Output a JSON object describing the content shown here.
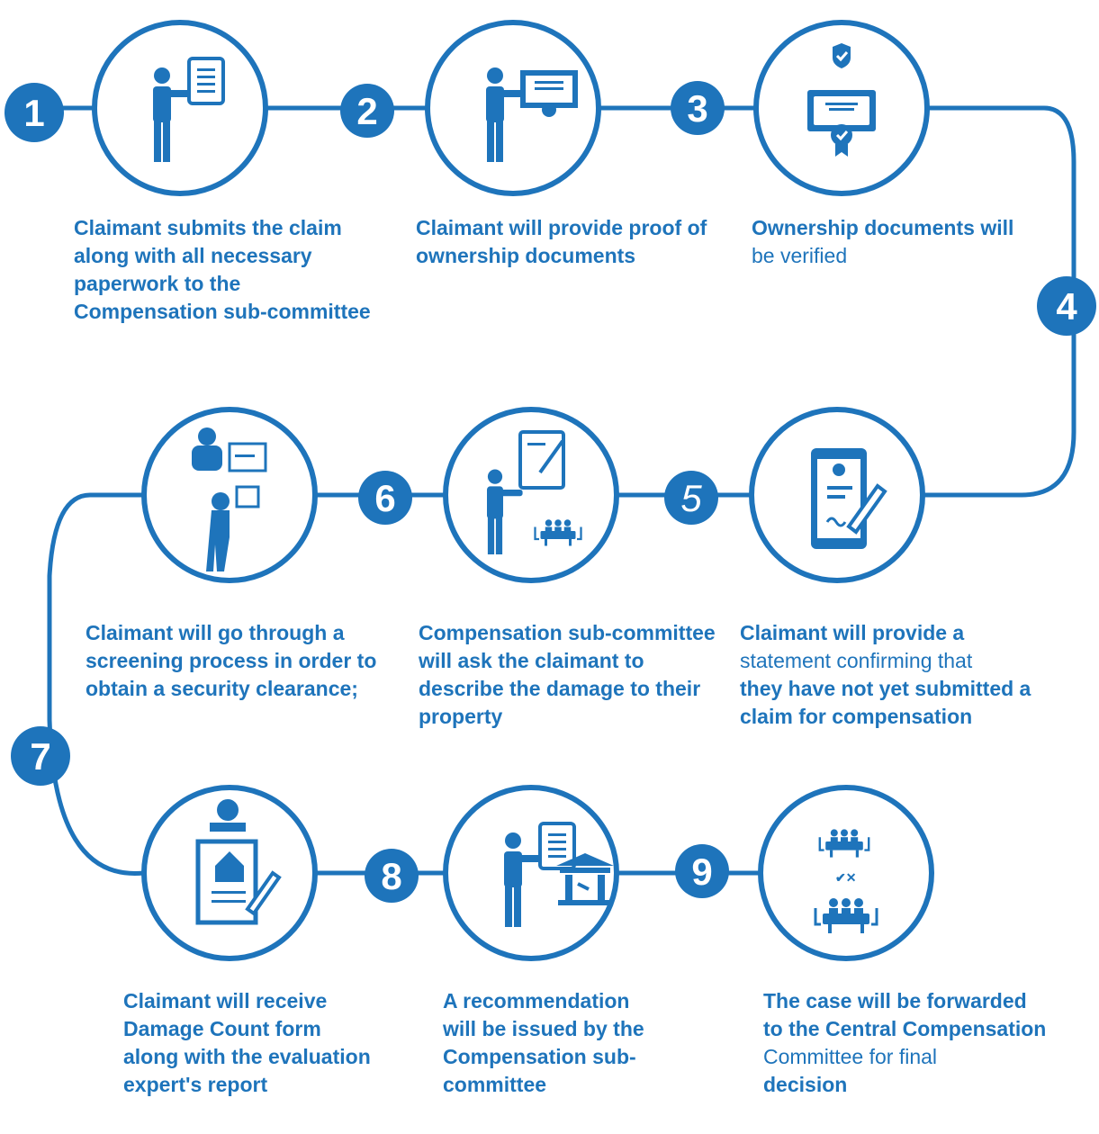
{
  "accent_color": "#1e74bb",
  "steps": [
    {
      "number": "1",
      "icon": "person-presenting-document-icon",
      "text_bold": "Claimant submits the claim along with all necessary paperwork to the Compensation sub-committee",
      "text_regular": ""
    },
    {
      "number": "2",
      "icon": "person-presenting-certificate-icon",
      "text_bold": "Claimant will provide proof of ownership documents",
      "text_regular": ""
    },
    {
      "number": "3",
      "icon": "verified-certificate-icon",
      "text_bold": "Ownership documents will",
      "text_regular": "be verified"
    },
    {
      "number": "4",
      "icon": "",
      "text_bold": "",
      "text_regular": ""
    },
    {
      "number": "5",
      "icon": "signing-tablet-statement-icon",
      "text_bold": "Claimant will provide a",
      "text_regular": "statement confirming that",
      "text_bold_2": "they have not yet submitted a claim for compensation"
    },
    {
      "number": "6",
      "icon": "committee-meeting-icon",
      "text_bold": "Compensation sub-committee will ask the claimant to describe the damage to their property",
      "text_regular": ""
    },
    {
      "number": "",
      "icon": "security-screening-icon",
      "text_bold": "Claimant will go through a screening process in order to obtain a security clearance;",
      "text_regular": ""
    },
    {
      "number": "7",
      "icon": "",
      "text_bold": "",
      "text_regular": ""
    },
    {
      "number": "8",
      "icon": "damage-count-form-icon",
      "text_bold": "Claimant will receive Damage Count form along with the evaluation expert's report",
      "text_regular": ""
    },
    {
      "number": "9",
      "icon": "recommendation-court-icon",
      "text_bold": "A recommendation will be issued by the Compensation sub-committee",
      "text_regular": ""
    },
    {
      "number": "",
      "icon": "central-committee-decision-icon",
      "text_bold": "The case will be forwarded to the Central Compensation",
      "text_regular": "Committee for final",
      "text_bold_2": "decision"
    }
  ]
}
